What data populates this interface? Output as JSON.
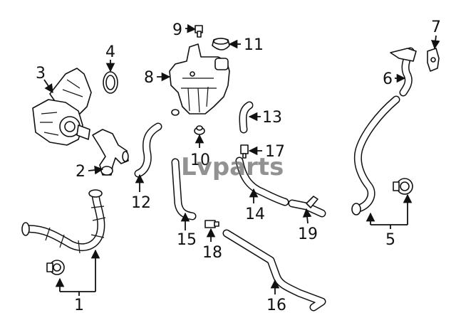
{
  "diagram": {
    "callouts": [
      "1",
      "2",
      "3",
      "4",
      "5",
      "6",
      "7",
      "8",
      "9",
      "10",
      "11",
      "12",
      "13",
      "14",
      "15",
      "16",
      "17",
      "18",
      "19"
    ],
    "watermark": "Lvparts"
  }
}
